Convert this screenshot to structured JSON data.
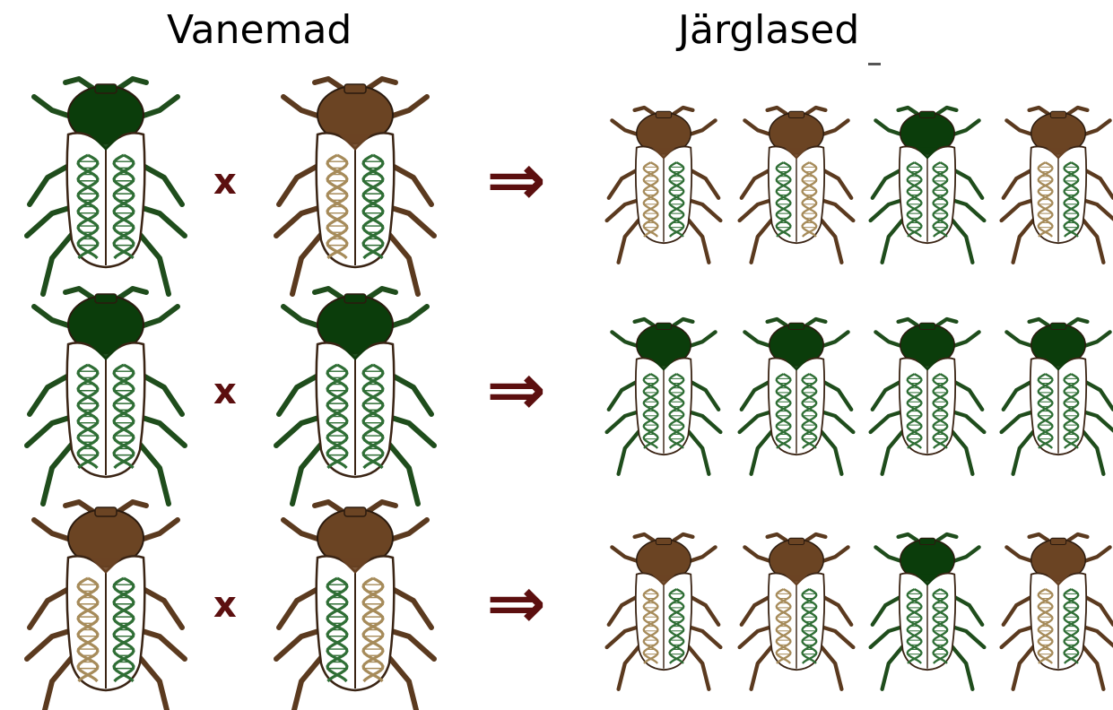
{
  "headers": {
    "parents": "Vanemad",
    "offspring": "Järglased"
  },
  "cross_symbol": "x",
  "arrow_symbol": "⇒",
  "colors": {
    "green_body": "#1f4d1c",
    "green_head": "#0b3d0b",
    "green_dna": "#2f6e35",
    "brown_body": "#5b3a1f",
    "brown_head": "#6b4423",
    "brown_dna": "#a68b5a",
    "cross_and_arrow": "#5c0f0f"
  },
  "rows": [
    {
      "parents": [
        {
          "body": "green",
          "dna": [
            "green",
            "green"
          ]
        },
        {
          "body": "brown",
          "dna": [
            "brown",
            "green"
          ]
        }
      ],
      "offspring": [
        {
          "body": "brown",
          "dna": [
            "brown",
            "green"
          ]
        },
        {
          "body": "brown",
          "dna": [
            "green",
            "brown"
          ]
        },
        {
          "body": "green",
          "dna": [
            "green",
            "green"
          ]
        },
        {
          "body": "brown",
          "dna": [
            "brown",
            "green"
          ]
        }
      ]
    },
    {
      "parents": [
        {
          "body": "green",
          "dna": [
            "green",
            "green"
          ]
        },
        {
          "body": "green",
          "dna": [
            "green",
            "green"
          ]
        }
      ],
      "offspring": [
        {
          "body": "green",
          "dna": [
            "green",
            "green"
          ]
        },
        {
          "body": "green",
          "dna": [
            "green",
            "green"
          ]
        },
        {
          "body": "green",
          "dna": [
            "green",
            "green"
          ]
        },
        {
          "body": "green",
          "dna": [
            "green",
            "green"
          ]
        }
      ]
    },
    {
      "parents": [
        {
          "body": "brown",
          "dna": [
            "brown",
            "green"
          ]
        },
        {
          "body": "brown",
          "dna": [
            "green",
            "brown"
          ]
        }
      ],
      "offspring": [
        {
          "body": "brown",
          "dna": [
            "brown",
            "green"
          ]
        },
        {
          "body": "brown",
          "dna": [
            "brown",
            "green"
          ]
        },
        {
          "body": "green",
          "dna": [
            "green",
            "green"
          ]
        },
        {
          "body": "brown",
          "dna": [
            "brown",
            "green"
          ]
        }
      ]
    }
  ]
}
